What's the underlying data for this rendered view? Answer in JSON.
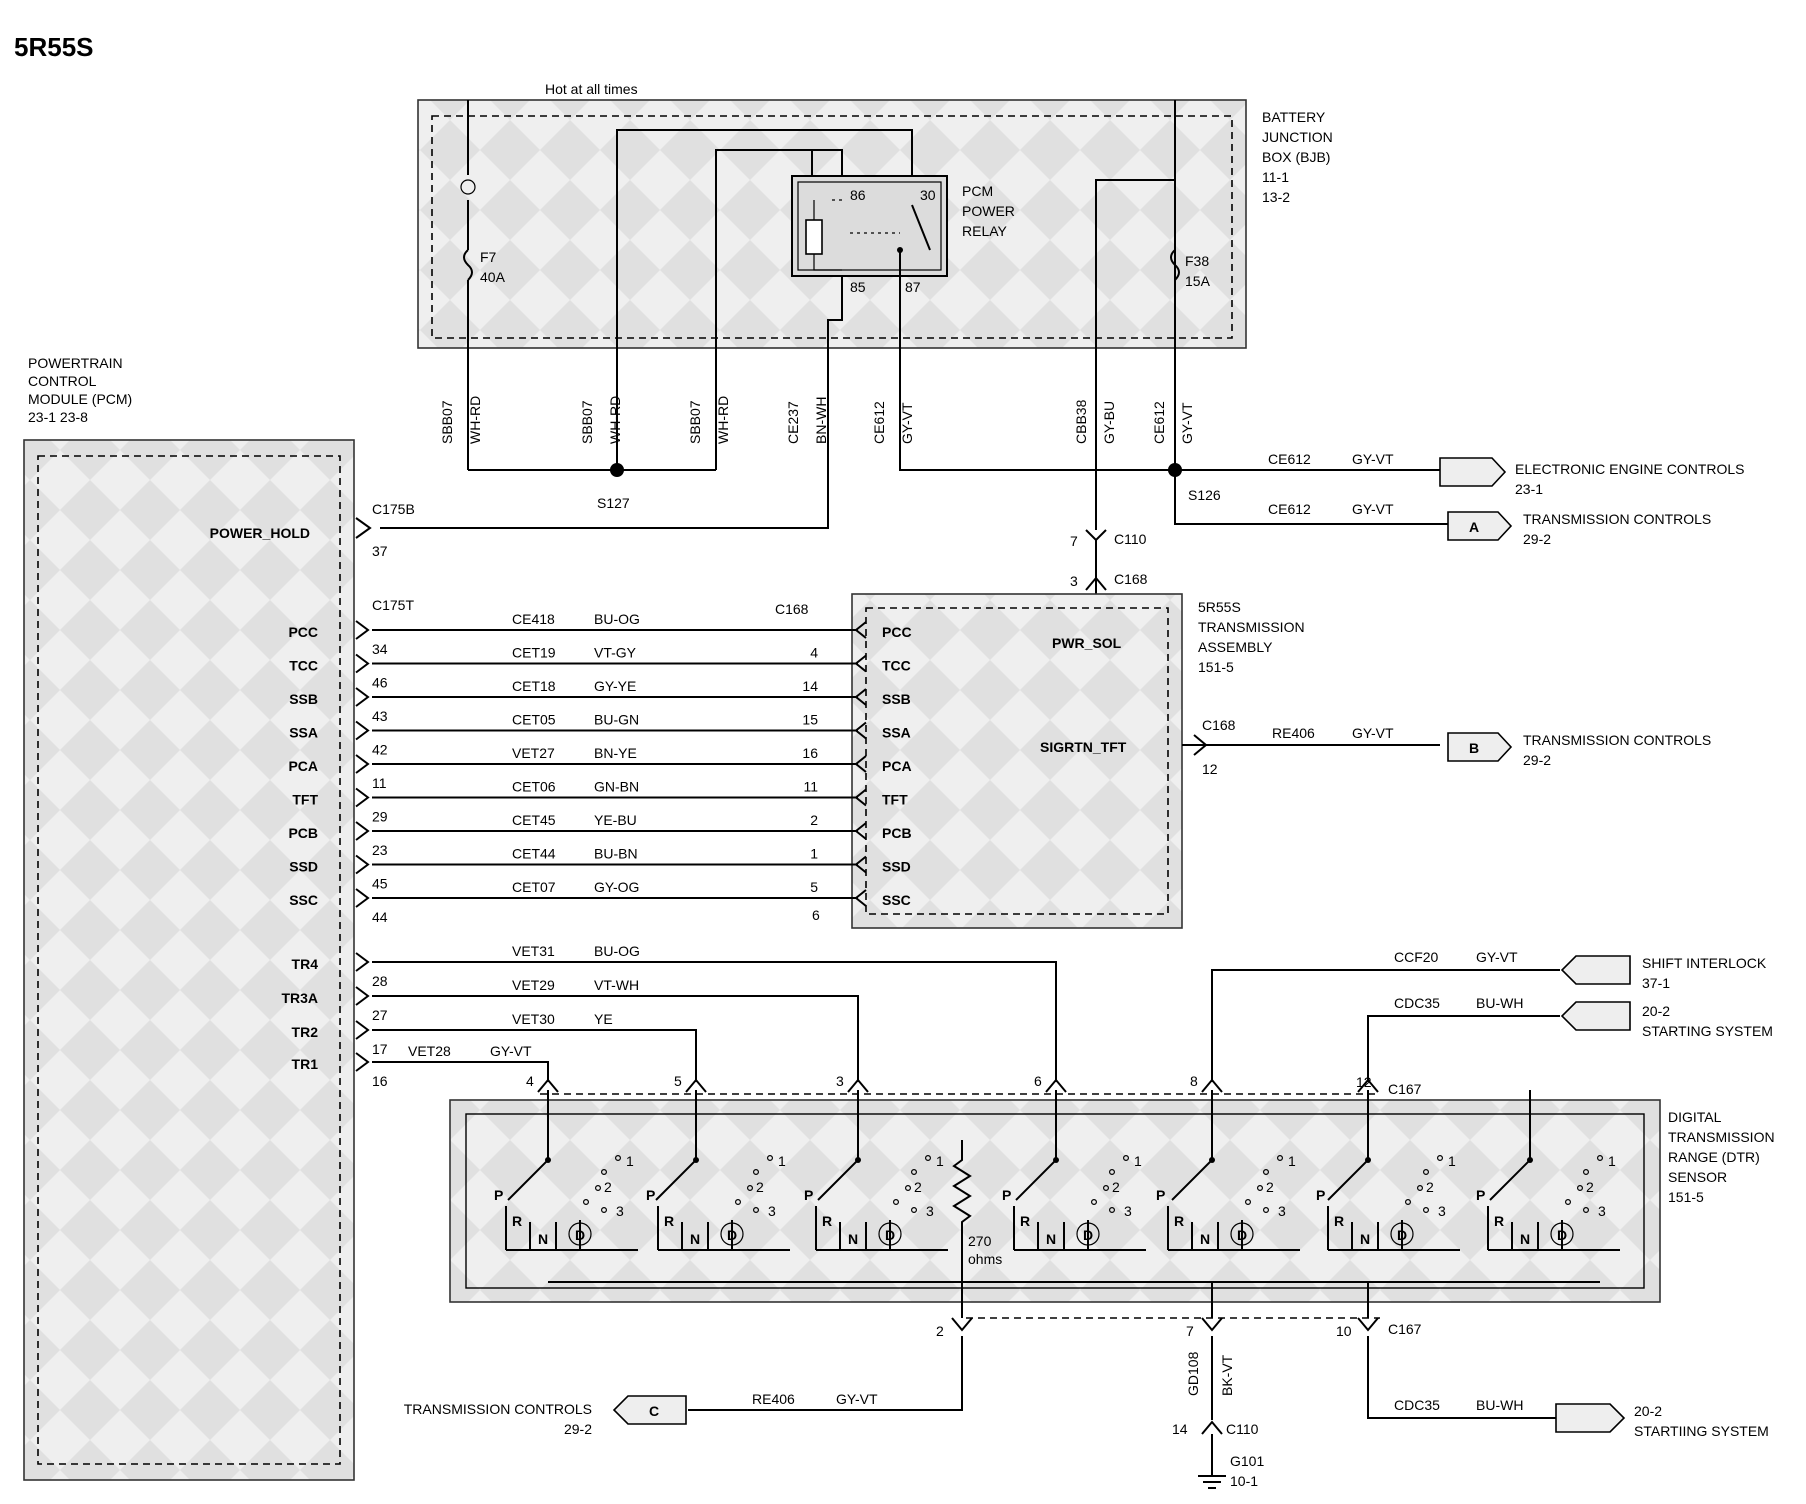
{
  "title": "5R55S",
  "hot_label": "Hot at all times",
  "bjb": {
    "lines": [
      "BATTERY",
      "JUNCTION",
      "BOX (BJB)",
      "11-1",
      "13-2"
    ]
  },
  "relay": {
    "lines": [
      "PCM",
      "POWER",
      "RELAY"
    ],
    "pins": [
      "86",
      "30",
      "85",
      "87"
    ]
  },
  "fuses": [
    {
      "id": "F7",
      "rating": "40A"
    },
    {
      "id": "F38",
      "rating": "15A"
    }
  ],
  "pcm": {
    "lines": [
      "POWERTRAIN",
      "CONTROL",
      "MODULE (PCM)",
      "23-1      23-8"
    ]
  },
  "vertical_wires": [
    {
      "circuit": "SBB07",
      "color": "WH-RD"
    },
    {
      "circuit": "SBB07",
      "color": "WH-RD"
    },
    {
      "circuit": "SBB07",
      "color": "WH-RD"
    },
    {
      "circuit": "CE237",
      "color": "BN-WH"
    },
    {
      "circuit": "CE612",
      "color": "GY-VT"
    },
    {
      "circuit": "CBB38",
      "color": "GY-BU"
    },
    {
      "circuit": "CE612",
      "color": "GY-VT"
    }
  ],
  "splices": [
    "S127",
    "S126"
  ],
  "outputs": [
    {
      "circuit": "CE612",
      "color": "GY-VT",
      "dest": "ELECTRONIC ENGINE CONTROLS",
      "ref": "23-1",
      "tag": ""
    },
    {
      "circuit": "CE612",
      "color": "GY-VT",
      "dest": "TRANSMISSION CONTROLS",
      "ref": "29-2",
      "tag": "A"
    },
    {
      "circuit": "RE406",
      "color": "GY-VT",
      "dest": "TRANSMISSION CONTROLS",
      "ref": "29-2",
      "tag": "B"
    },
    {
      "circuit": "RE406",
      "color": "GY-VT",
      "dest": "TRANSMISSION CONTROLS",
      "ref": "29-2",
      "tag": "C"
    }
  ],
  "power_hold": {
    "label": "POWER_HOLD",
    "connector": "C175B",
    "pin": "37"
  },
  "c110_top": {
    "pin": "7",
    "name": "C110"
  },
  "c168_top": {
    "pin": "3",
    "name": "C168"
  },
  "trans_assy": {
    "lines": [
      "5R55S",
      "TRANSMISSION",
      "ASSEMBLY",
      "151-5"
    ],
    "pwr_sol": "PWR_SOL",
    "sigrtn": "SIGRTN_TFT",
    "out_conn": "C168",
    "out_pin": "12"
  },
  "c175t": "C175T",
  "c168_label": "C168",
  "solenoids": [
    {
      "label": "PCC",
      "pcm_pin": "34",
      "circuit": "CE418",
      "color": "BU-OG",
      "c168_pin": ""
    },
    {
      "label": "TCC",
      "pcm_pin": "46",
      "circuit": "CET19",
      "color": "VT-GY",
      "c168_pin": "4"
    },
    {
      "label": "SSB",
      "pcm_pin": "43",
      "circuit": "CET18",
      "color": "GY-YE",
      "c168_pin": "14"
    },
    {
      "label": "SSA",
      "pcm_pin": "42",
      "circuit": "CET05",
      "color": "BU-GN",
      "c168_pin": "15"
    },
    {
      "label": "PCA",
      "pcm_pin": "11",
      "circuit": "VET27",
      "color": "BN-YE",
      "c168_pin": "16"
    },
    {
      "label": "TFT",
      "pcm_pin": "29",
      "circuit": "CET06",
      "color": "GN-BN",
      "c168_pin": "11"
    },
    {
      "label": "PCB",
      "pcm_pin": "23",
      "circuit": "CET45",
      "color": "YE-BU",
      "c168_pin": "2"
    },
    {
      "label": "SSD",
      "pcm_pin": "45",
      "circuit": "CET44",
      "color": "BU-BN",
      "c168_pin": "1"
    },
    {
      "label": "SSC",
      "pcm_pin": "44",
      "circuit": "CET07",
      "color": "GY-OG",
      "c168_pin": "5"
    }
  ],
  "ssc_extra_pin": "6",
  "tr_inputs": [
    {
      "label": "TR4",
      "pcm_pin": "28",
      "circuit": "VET31",
      "color": "BU-OG"
    },
    {
      "label": "TR3A",
      "pcm_pin": "27",
      "circuit": "VET29",
      "color": "VT-WH"
    },
    {
      "label": "TR2",
      "pcm_pin": "17",
      "circuit": "VET30",
      "color": "YE"
    },
    {
      "label": "TR1",
      "pcm_pin": "16",
      "circuit": "VET28",
      "color": "GY-VT"
    }
  ],
  "shift_interlock": {
    "circuit": "CCF20",
    "color": "GY-VT",
    "dest": "SHIFT INTERLOCK",
    "ref": "37-1"
  },
  "starting_top": {
    "circuit": "CDC35",
    "color": "BU-WH",
    "ref": "20-2",
    "dest": "STARTING SYSTEM"
  },
  "starting_bottom": {
    "circuit": "CDC35",
    "color": "BU-WH",
    "ref": "20-2",
    "dest": "STARTIING SYSTEM"
  },
  "dtr": {
    "lines": [
      "DIGITAL",
      "TRANSMISSION",
      "RANGE (DTR)",
      "SENSOR",
      "151-5"
    ],
    "top_pins": [
      "4",
      "5",
      "3",
      "6",
      "8",
      "12"
    ],
    "c167": "C167",
    "bottom_pins": [
      "2",
      "7",
      "10"
    ],
    "resistor": [
      "270",
      "ohms"
    ]
  },
  "switch_labels": {
    "p": "P",
    "r": "R",
    "n": "N",
    "d": "D",
    "one": "1",
    "two": "2",
    "three": "3"
  },
  "ground": {
    "circuit": "GD108",
    "color": "BK-VT",
    "pin": "14",
    "conn": "C110",
    "name": "G101",
    "ref": "10-1"
  },
  "colors": {
    "wire": "#000000",
    "box_fill": "#ebebeb"
  }
}
